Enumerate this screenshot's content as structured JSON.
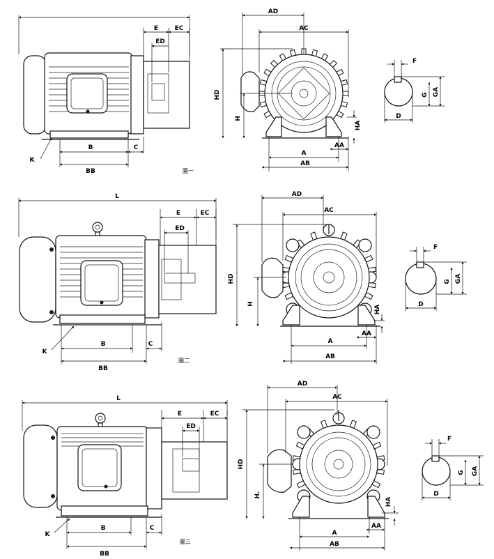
{
  "figures": [
    {
      "caption": "圖一",
      "side_labels": {
        "L": "",
        "E": "E",
        "EC": "EC",
        "ED": "ED",
        "B": "B",
        "C": "C",
        "BB": "BB",
        "K": "K"
      },
      "front_labels": {
        "AD": "AD",
        "AC": "AC",
        "HD": "HD",
        "H": "H",
        "HA": "HA",
        "AA": "AA",
        "A": "A",
        "AB": "AB"
      },
      "shaft_labels": {
        "F": "F",
        "G": "G",
        "GA": "GA",
        "D": "D"
      }
    },
    {
      "caption": "圖二",
      "side_labels": {
        "L": "L",
        "E": "E",
        "EC": "EC",
        "ED": "ED",
        "B": "B",
        "C": "C",
        "BB": "BB",
        "K": "K"
      },
      "front_labels": {
        "AD": "AD",
        "AC": "AC",
        "HD": "HD",
        "H": "H",
        "HA": "HA",
        "AA": "AA",
        "A": "A",
        "AB": "AB"
      },
      "shaft_labels": {
        "F": "F",
        "G": "G",
        "GA": "GA",
        "D": "D"
      }
    },
    {
      "caption": "圖三",
      "side_labels": {
        "L": "L",
        "E": "E",
        "EC": "EC",
        "ED": "ED",
        "B": "B",
        "C": "C",
        "BB": "BB",
        "K": "K"
      },
      "front_labels": {
        "AD": "AD",
        "AC": "AC",
        "HD": "HD",
        "H": "H.",
        "HA": "HA",
        "AA": "AA",
        "A": "A",
        "AB": "AB"
      },
      "shaft_labels": {
        "F": "F",
        "G": "G",
        "GA": "GA",
        "D": "D"
      }
    }
  ]
}
